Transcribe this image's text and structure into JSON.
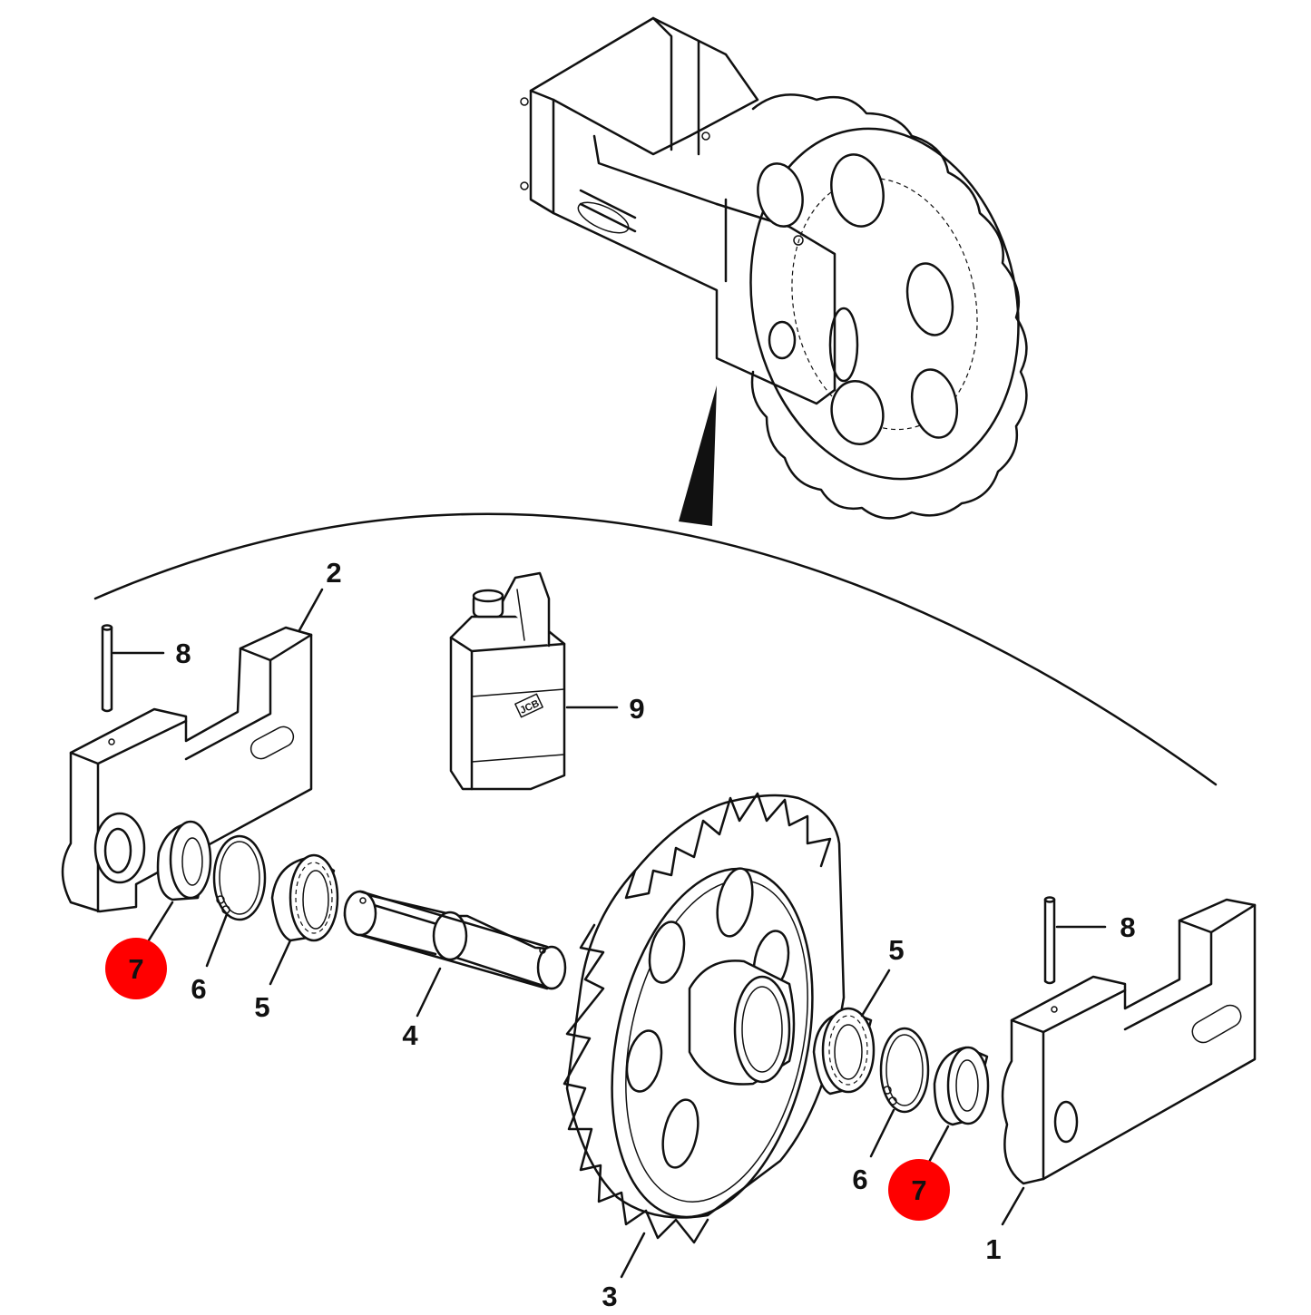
{
  "callouts": {
    "frame_right": "1",
    "frame_left": "2",
    "sprocket": "3",
    "shaft": "4",
    "bearing_left": "5",
    "bearing_right": "5",
    "circlip_left": "6",
    "circlip_right": "6",
    "seal_left": "7",
    "seal_right": "7",
    "pin_left": "8",
    "pin_right": "8",
    "lubricant": "9"
  },
  "bottle_logo": "JCB",
  "colors": {
    "highlight": "#ff0000",
    "line": "#111111",
    "background": "#ffffff"
  }
}
